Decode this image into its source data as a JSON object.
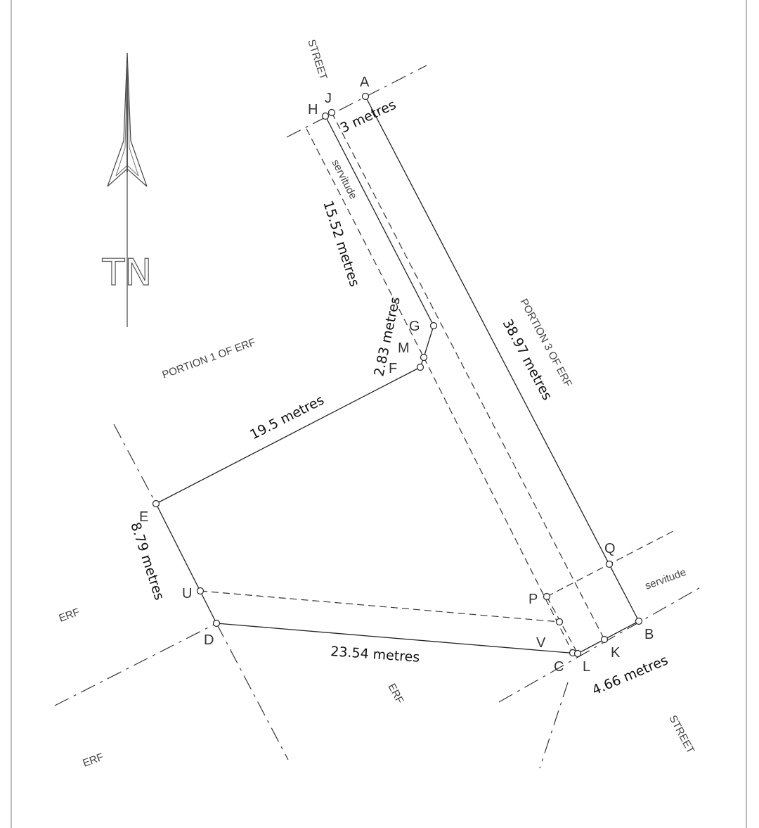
{
  "north_arrow": {
    "label": "TN"
  },
  "points": {
    "A": "A",
    "B": "B",
    "C": "C",
    "D": "D",
    "E": "E",
    "F": "F",
    "G": "G",
    "H": "H",
    "J": "J",
    "K": "K",
    "L": "L",
    "M": "M",
    "P": "P",
    "Q": "Q",
    "U": "U",
    "V": "V"
  },
  "dimensions": {
    "hj_to_a": "3 metres",
    "servitude_west": "15.52 metres",
    "g_to_f": "2.83 metres",
    "a_to_b": "38.97 metres",
    "f_to_e": "19.5 metres",
    "e_to_d": "8.79 metres",
    "d_to_c": "23.54 metres",
    "l_to_b": "4.66 metres"
  },
  "areas": {
    "portion1": "PORTION 1 OF ERF",
    "portion3": "PORTION 3 OF ERF",
    "erf_west": "ERF",
    "erf_south": "ERF",
    "erf_southwest": "ERF",
    "street_north": "STREET",
    "street_southeast": "STREET",
    "servitude_north": "servitude",
    "servitude_east": "servitude"
  }
}
